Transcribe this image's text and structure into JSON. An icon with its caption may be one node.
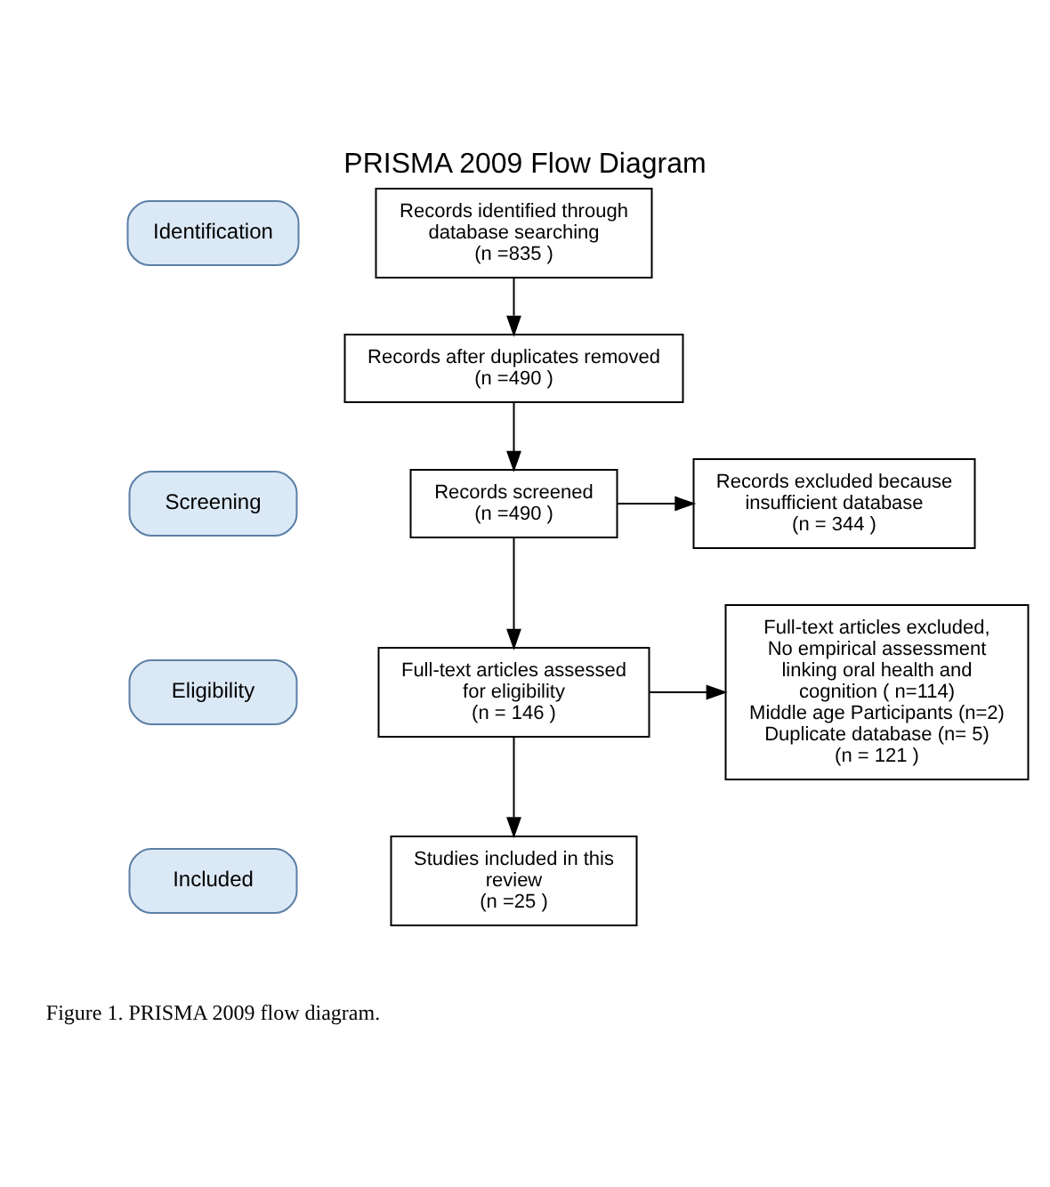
{
  "diagram": {
    "title": "PRISMA 2009 Flow Diagram",
    "caption": "Figure 1. PRISMA 2009 flow diagram.",
    "nodes": [
      {
        "text": [
          "Identification"
        ]
      },
      {
        "text": [
          "Screening"
        ]
      },
      {
        "text": [
          "Eligibility"
        ]
      },
      {
        "text": [
          "Included"
        ]
      },
      {
        "text": [
          "Records identified through database searching",
          "(n =835 )"
        ]
      },
      {
        "text": [
          "Records after duplicates removed",
          "(n =490 )"
        ]
      },
      {
        "text": [
          "Records screened",
          "(n =490 )"
        ]
      },
      {
        "text": [
          "Records excluded because insufficient database",
          "(n = 344 )"
        ]
      },
      {
        "text": [
          "Full-text articles assessed for eligibility",
          "(n = 146 )"
        ]
      },
      {
        "text": [
          "Full-text articles excluded, No empirical assessment linking oral health and cognition ( n=114)",
          "Middle age Participants (n=2)",
          "Duplicate database (n= 5)",
          "(n = 121 )"
        ]
      },
      {
        "text": [
          "Studies included in this review",
          "(n =25 )"
        ]
      }
    ],
    "edges": [
      {
        "from": 4,
        "to": 5,
        "arrow": "to"
      },
      {
        "from": 5,
        "to": 6,
        "arrow": "to"
      },
      {
        "from": 6,
        "to": 7,
        "arrow": "to"
      },
      {
        "from": 6,
        "to": 8,
        "arrow": "to"
      },
      {
        "from": 8,
        "to": 9,
        "arrow": "to"
      },
      {
        "from": 8,
        "to": 10,
        "arrow": "to"
      }
    ]
  }
}
